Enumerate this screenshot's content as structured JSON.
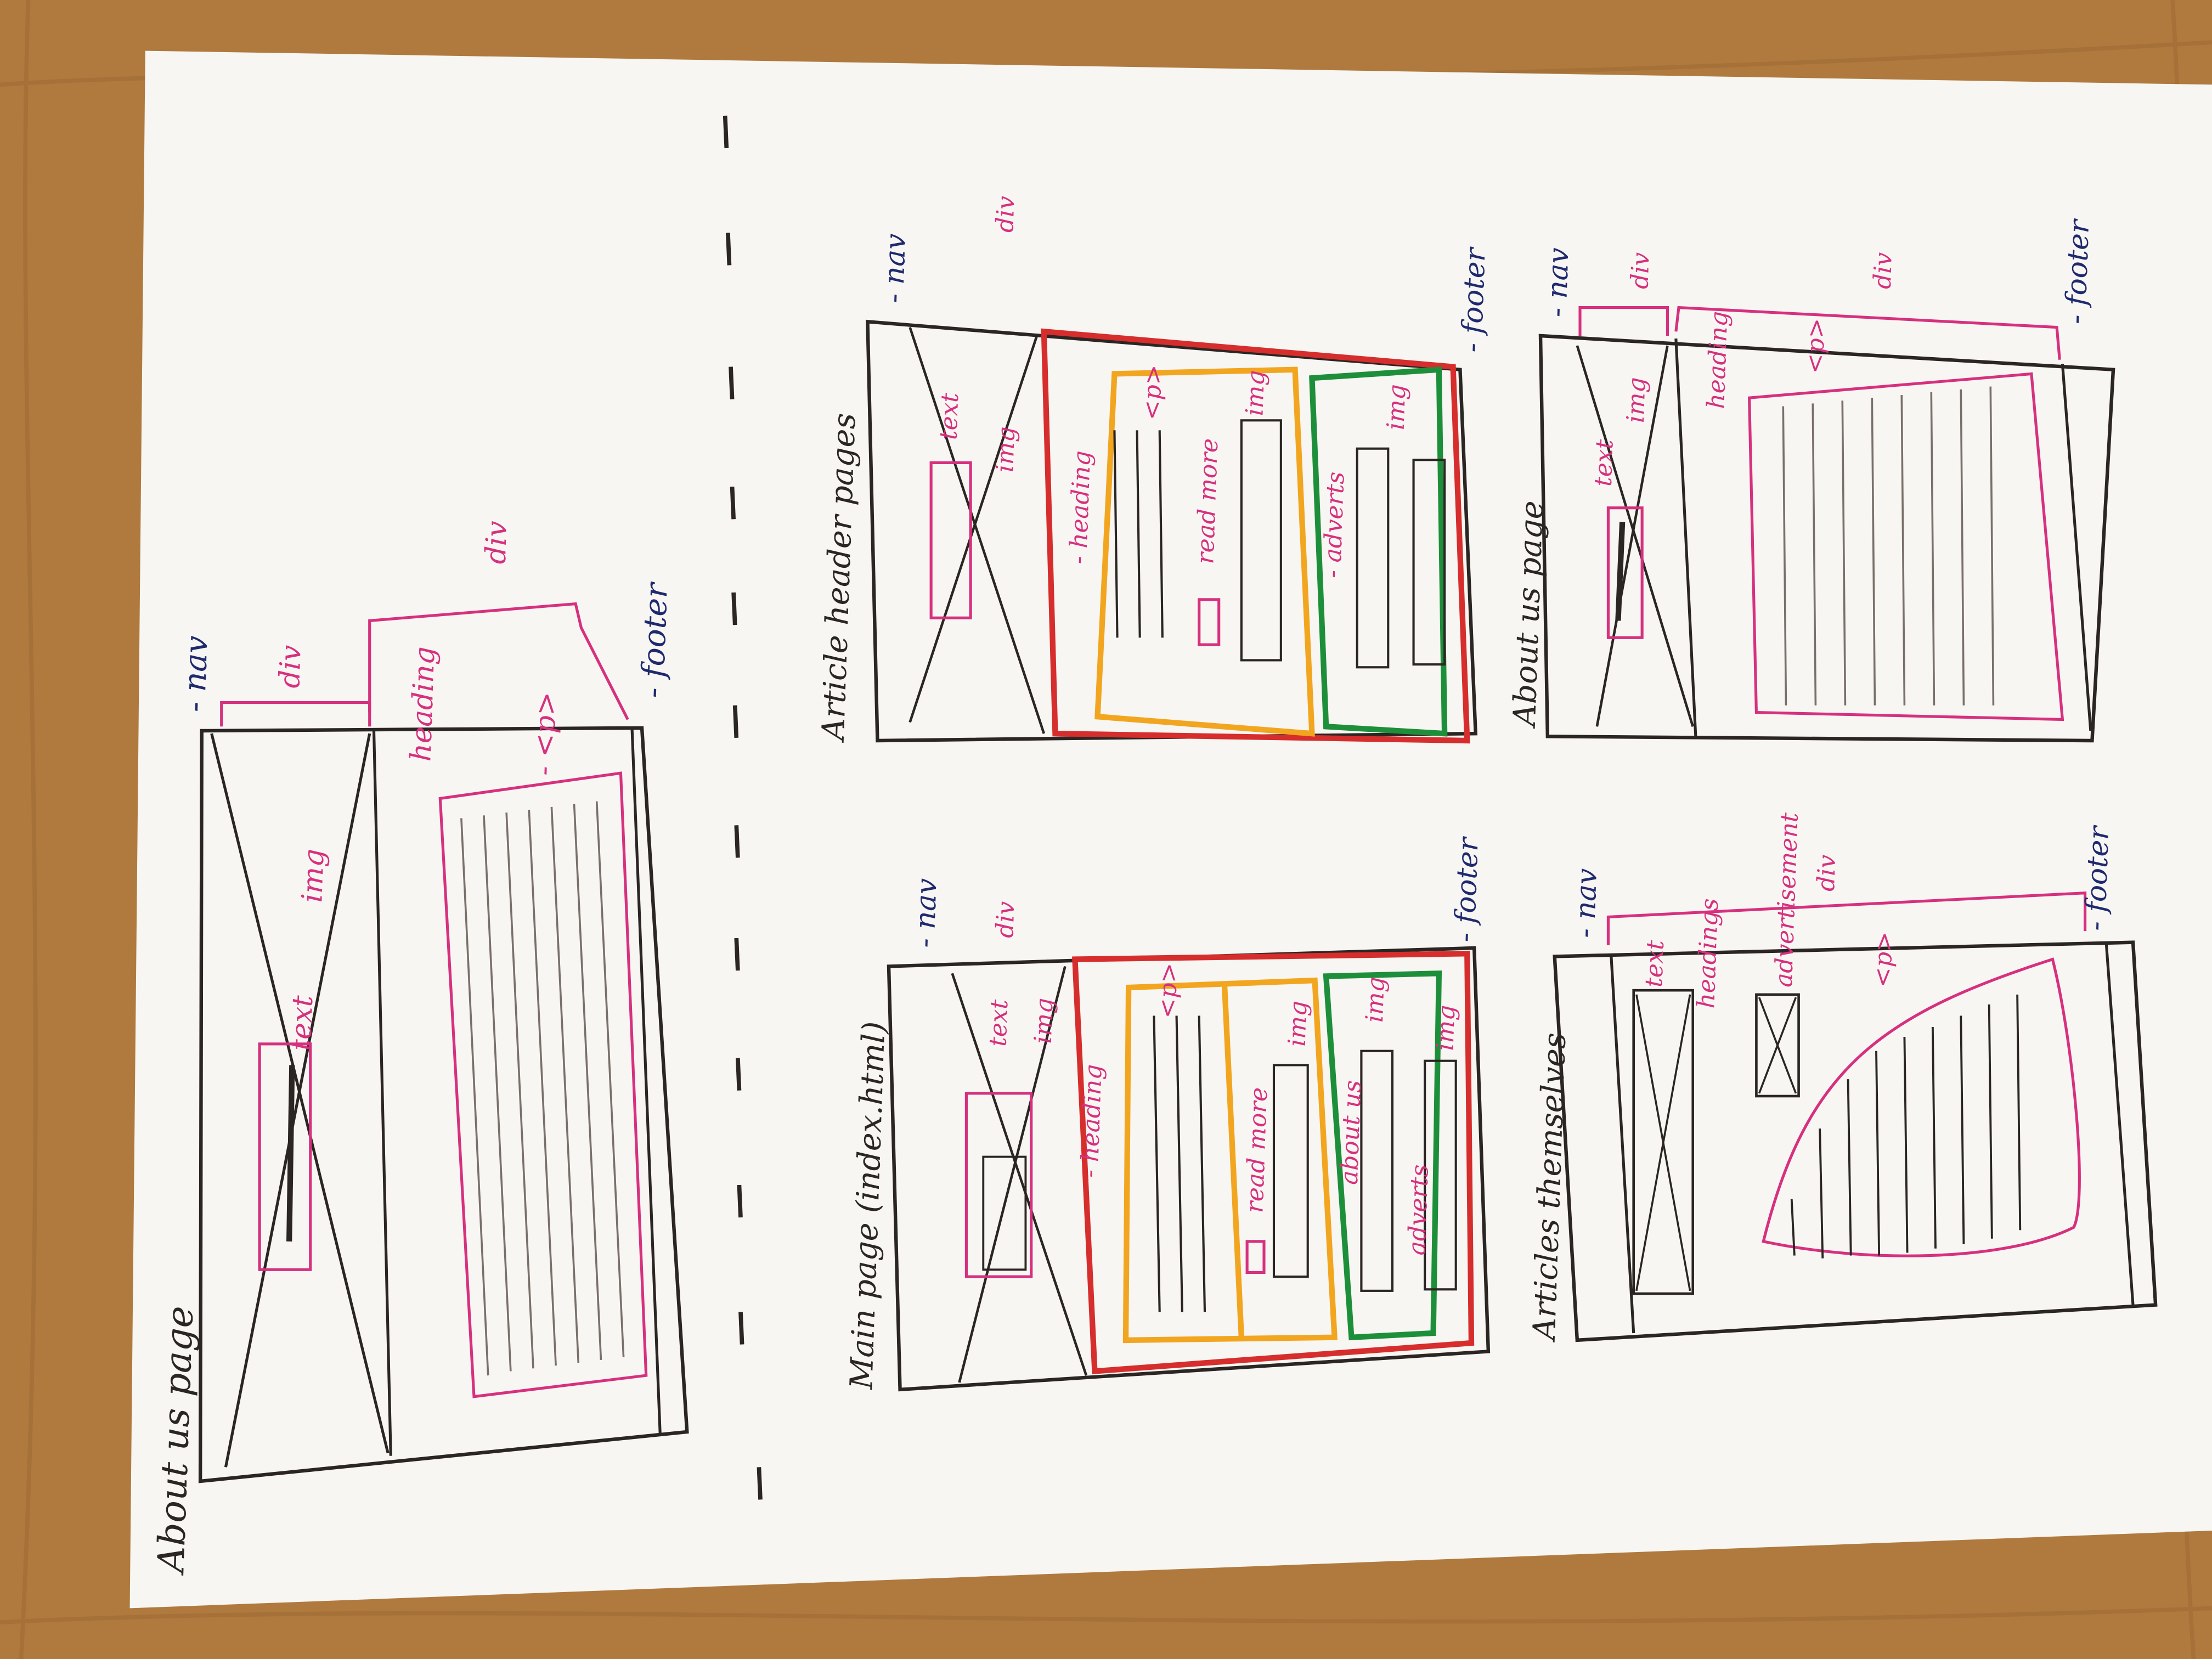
{
  "photo": {
    "desk_color": "#b07a3e",
    "paper_color": "#f7f6f2",
    "ink": {
      "black": "#2b2623",
      "pink": "#d6307e",
      "blue": "#1f2a6e",
      "red": "#d62d2d",
      "orange": "#f2a51f",
      "green": "#1d8f3a"
    }
  },
  "sketches": {
    "about_us_large": {
      "title": "About us page",
      "nav": "- nav",
      "div_left": "div",
      "text": "text",
      "img": "img",
      "heading": "heading",
      "p": "- <p>",
      "div_right": "div",
      "footer": "- footer"
    },
    "main_page": {
      "title": "Main page (index.html)",
      "nav": "- nav",
      "div": "div",
      "text": "text",
      "img_top": "img",
      "heading": "- heading",
      "p": "<p>",
      "read_more": "read more",
      "img_mid": "img",
      "about_us": "about us",
      "adverts": "adverts",
      "img_right_top": "img",
      "img_right_bottom": "img",
      "footer": "- footer"
    },
    "article_header": {
      "title": "Article header pages",
      "nav": "- nav",
      "div": "div",
      "text": "text",
      "img_top": "img",
      "heading": "- heading",
      "p": "<p>",
      "read_more": "read more",
      "img_mid": "img",
      "adverts": "- adverts",
      "img_right": "img",
      "footer": "- footer"
    },
    "articles_themselves": {
      "title": "Articles themselves",
      "nav": "- nav",
      "text": "text",
      "headings": "headings",
      "advertisement": "advertisement",
      "div": "div",
      "p": "<p>",
      "footer": "- footer"
    },
    "about_us_small": {
      "title": "About us page",
      "nav": "- nav",
      "div_left": "div",
      "text": "text",
      "img": "img",
      "heading": "heading",
      "p": "<p>",
      "div_right": "div",
      "footer": "- footer"
    }
  }
}
